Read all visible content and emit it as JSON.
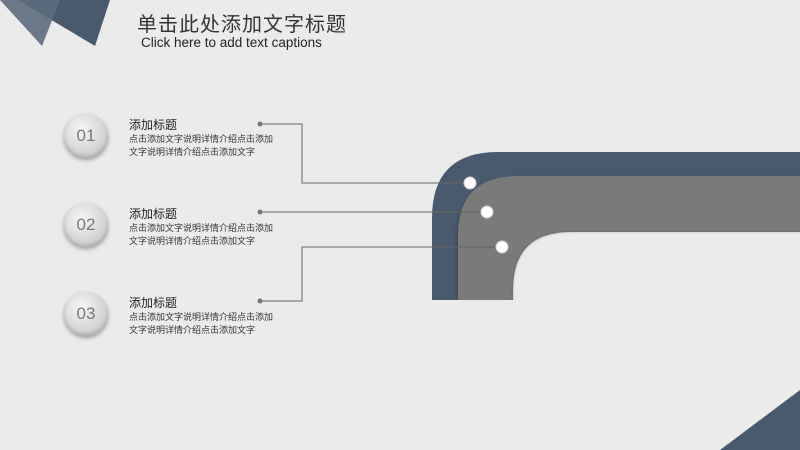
{
  "header": {
    "title": "单击此处添加文字标题",
    "subtitle": "Click here to add text captions"
  },
  "colors": {
    "background": "#ebebeb",
    "navy": "#4a5a6e",
    "gray": "#7a7a7a"
  },
  "items": [
    {
      "number": "01",
      "title": "添加标题",
      "desc": "点击添加文字说明详情介绍点击添加文字说明详情介绍点击添加文字"
    },
    {
      "number": "02",
      "title": "添加标题",
      "desc": "点击添加文字说明详情介绍点击添加文字说明详情介绍点击添加文字"
    },
    {
      "number": "03",
      "title": "添加标题",
      "desc": "点击添加文字说明详情介绍点击添加文字说明详情介绍点击添加文字"
    }
  ]
}
